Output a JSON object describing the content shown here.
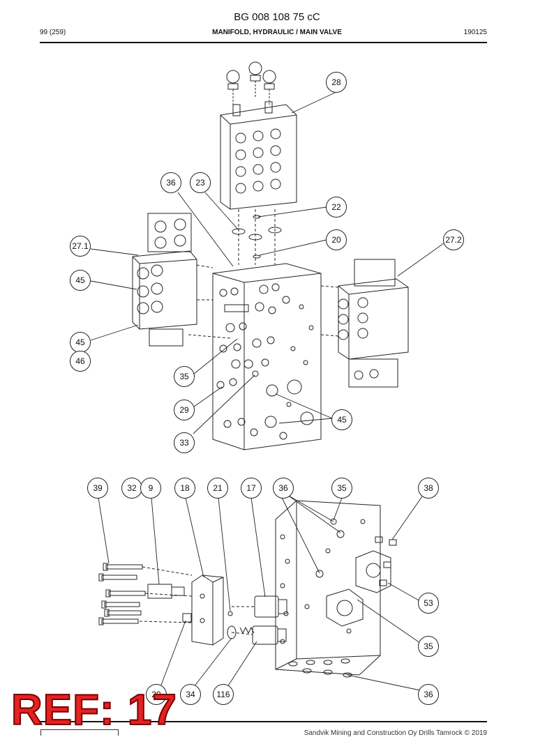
{
  "header": {
    "doc_code": "BG 008 108 75 cC",
    "page": "99 (259)",
    "title": "MANIFOLD, HYDRAULIC / MAIN VALVE",
    "date_code": "190125"
  },
  "callouts": {
    "c28": "28",
    "c36a": "36",
    "c23": "23",
    "c22": "22",
    "c20": "20",
    "c27_1": "27.1",
    "c27_2": "27.2",
    "c45a": "45",
    "c45b": "45",
    "c46": "46",
    "c35a": "35",
    "c29a": "29",
    "c33": "33",
    "c45c": "45",
    "c39": "39",
    "c32": "32",
    "c9": "9",
    "c18": "18",
    "c21": "21",
    "c17": "17",
    "c36b": "36",
    "c35b": "35",
    "c38": "38",
    "c53": "53",
    "c35c": "35",
    "c29b": "29",
    "c34": "34",
    "c116": "116",
    "c36c": "36"
  },
  "stamp": "REF: 17",
  "footer": "Sandvik Mining and Construction Oy Drills Tamrock © 2019"
}
